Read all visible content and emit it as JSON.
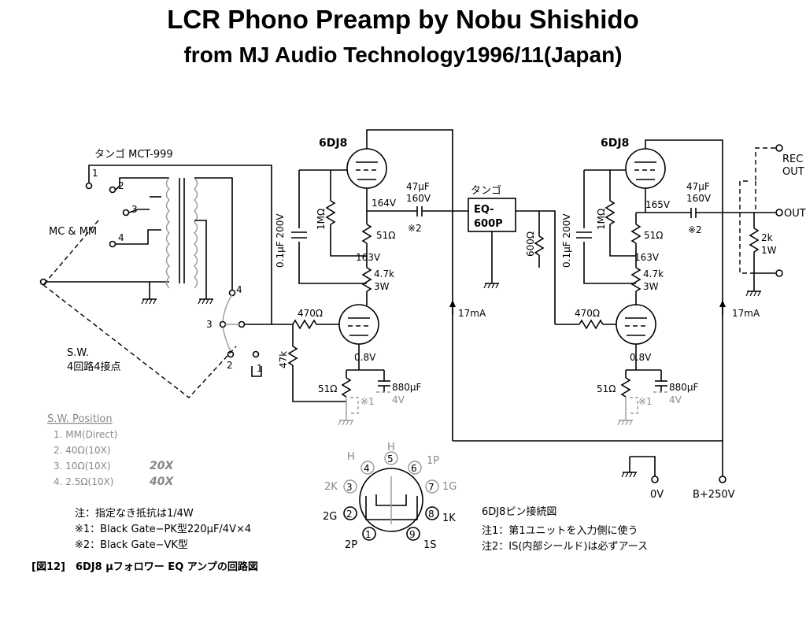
{
  "title": {
    "line1": "LCR Phono Preamp by Nobu Shishido",
    "line2": "from MJ Audio Technology1996/11(Japan)"
  },
  "input": {
    "transformer_label": "タンゴ MCT-999",
    "input_label": "MC & MM",
    "tap_1": "1",
    "tap_2": "2",
    "tap_3": "3",
    "tap_4": "4",
    "sw_pos_4": "4",
    "sw_pos_3": "3",
    "sw_pos_2": "2",
    "sw_pos_1": "1",
    "switch_label": "S.W.",
    "switch_desc": "4回路4接点"
  },
  "stage1": {
    "tube": "6DJ8",
    "cap_01": "0.1μF 200V",
    "r_1m": "1MΩ",
    "v164": "164V",
    "r51": "51Ω",
    "v163": "163V",
    "r47k": "4.7k",
    "r47k_w": "3W",
    "r470": "470Ω",
    "r47k_grid": "47k",
    "v08": "0.8V",
    "r51_cath": "51Ω",
    "cap_880": "880μF",
    "cap_880_v": "4V",
    "note1": "※1",
    "cap_47": "47μF",
    "cap_47_v": "160V",
    "note2": "※2",
    "current": "17mA"
  },
  "eq": {
    "maker": "タンゴ",
    "model_a": "EQ-",
    "model_b": "600P",
    "r600": "600Ω"
  },
  "stage2": {
    "tube": "6DJ8",
    "cap_01": "0.1μF 200V",
    "r_1m": "1MΩ",
    "v165": "165V",
    "r51": "51Ω",
    "v163": "163V",
    "r47k": "4.7k",
    "r47k_w": "3W",
    "r470": "470Ω",
    "v08": "0.8V",
    "r51_cath": "51Ω",
    "cap_880": "880μF",
    "cap_880_v": "4V",
    "note1": "※1",
    "cap_47": "47μF",
    "cap_47_v": "160V",
    "note2": "※2",
    "current": "17mA",
    "r2k": "2k",
    "r2k_w": "1W",
    "rec_out_a": "REC",
    "rec_out_b": "OUT",
    "out": "OUT"
  },
  "power": {
    "ground": "0V",
    "bplus": "B+250V"
  },
  "sw_positions": {
    "heading": "S.W. Position",
    "items": [
      "1. MM(Direct)",
      "2. 40Ω(10X)",
      "3. 10Ω(10X)",
      "4. 2.5Ω(10X)"
    ],
    "hand_3": "20X",
    "hand_4": "40X"
  },
  "pinout": {
    "pins": {
      "p5": "5",
      "p6": "6",
      "p7": "7",
      "p8": "8",
      "p9": "9",
      "p1": "1",
      "p2": "2",
      "p3": "3",
      "p4": "4"
    },
    "labels": {
      "h_top": "H",
      "h_left": "H",
      "p1p": "1P",
      "p1g": "1G",
      "p1k": "1K",
      "p1s": "1S",
      "p2p": "2P",
      "p2g": "2G",
      "p2k": "2K"
    },
    "title": "6DJ8ピン接続図",
    "note1": "注1：第1ユニットを入力側に使う",
    "note2": "注2：IS(内部シールド)は必ずアース"
  },
  "notes": {
    "n0": "注：指定なき抵抗は1/4W",
    "n1": "※1：Black Gate−PK型220μF/4V×4",
    "n2": "※2：Black Gate−VK型"
  },
  "caption": "[図12]　6DJ8 μフォロワー EQ アンプの回路図"
}
